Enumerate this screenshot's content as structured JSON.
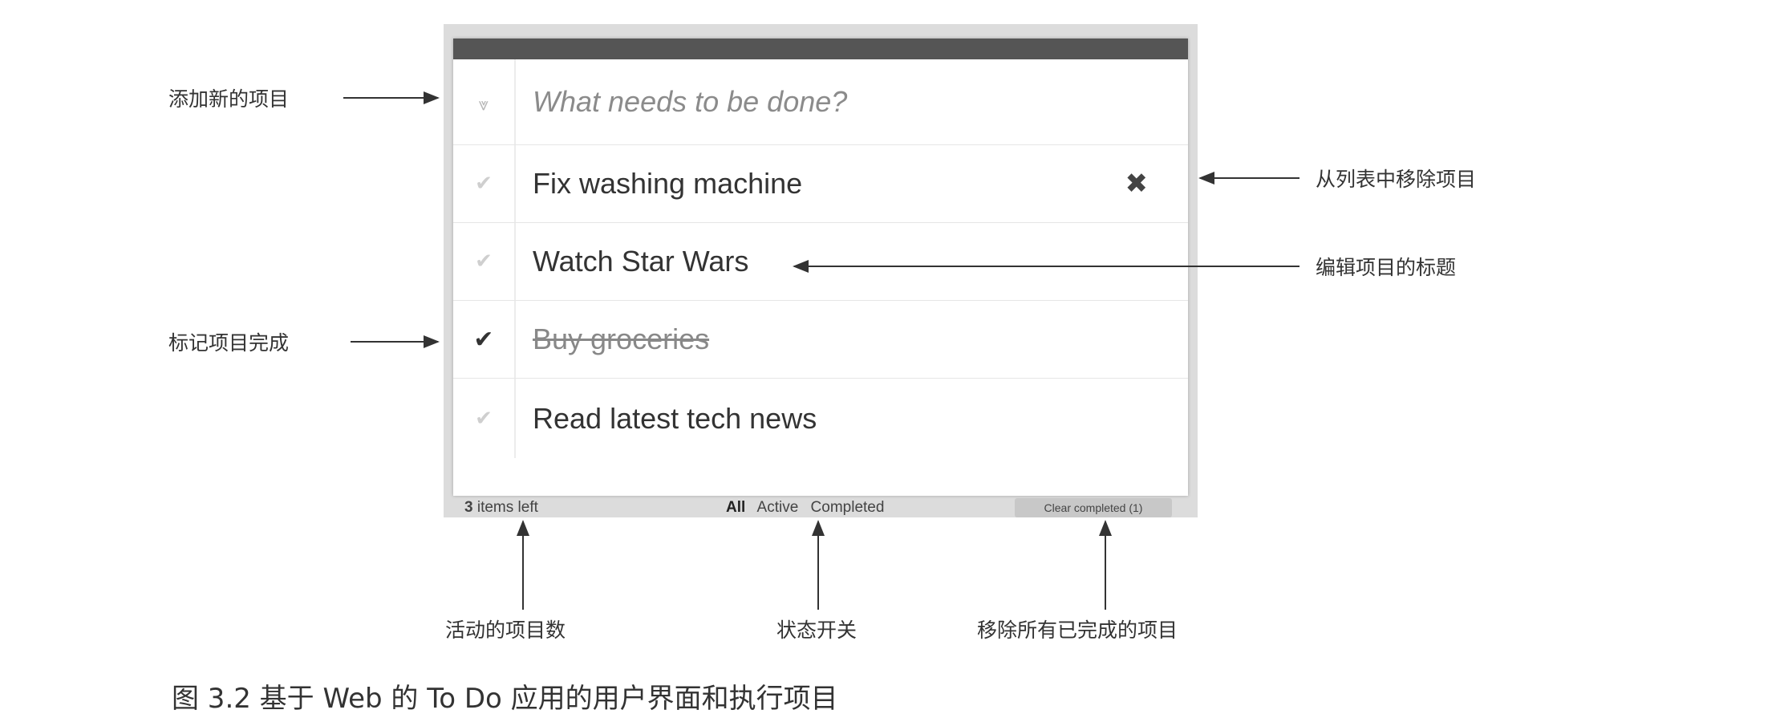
{
  "app": {
    "new_todo": {
      "placeholder": "What needs to be done?",
      "toggle_icon": "chevron-down-icon"
    },
    "todos": [
      {
        "title": "Fix washing machine",
        "completed": false,
        "shows_destroy": true,
        "check_icon": "check-icon",
        "destroy_icon": "close-x-icon"
      },
      {
        "title": "Watch Star Wars",
        "completed": false,
        "check_icon": "check-icon"
      },
      {
        "title": "Buy groceries",
        "completed": true,
        "check_icon": "check-icon"
      },
      {
        "title": "Read latest tech news",
        "completed": false,
        "check_icon": "check-icon"
      }
    ],
    "footer": {
      "count": "3",
      "count_label": " items left",
      "filters": [
        "All",
        "Active",
        "Completed"
      ],
      "selected_filter": "All",
      "clear_button": "Clear completed (1)"
    }
  },
  "annotations": {
    "add_item": "添加新的项目",
    "mark_complete": "标记项目完成",
    "remove_item": "从列表中移除项目",
    "edit_title": "编辑项目的标题",
    "active_count": "活动的项目数",
    "status_toggle": "状态开关",
    "remove_completed": "移除所有已完成的项目"
  },
  "caption": "图 3.2  基于 Web 的 To Do 应用的用户界面和执行项目",
  "colors": {
    "topbar": "#555555",
    "frame": "#dcdcdc",
    "button": "#c8c8c8",
    "text": "#333333"
  }
}
